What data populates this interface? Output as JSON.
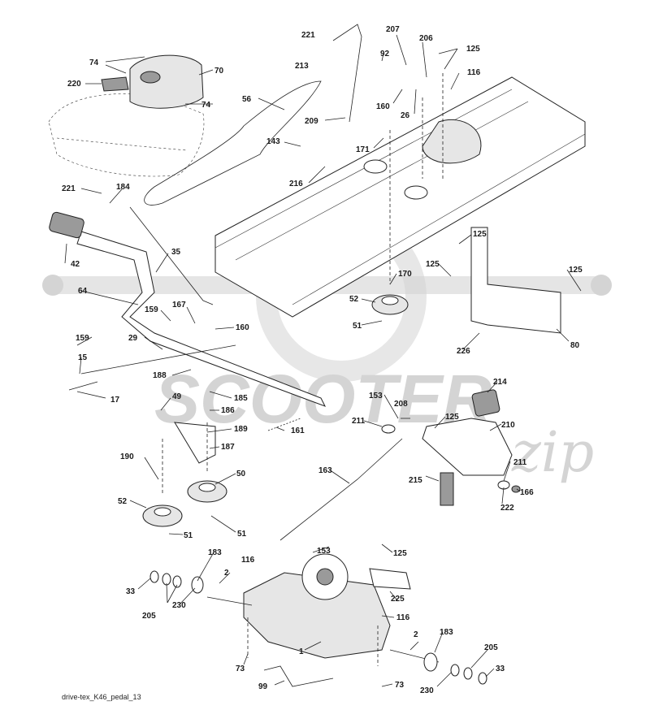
{
  "caption": "drive-tex_K46_pedal_13",
  "watermark": {
    "brand": "SCOOTER",
    "sub": "zip",
    "color": "#d4d4d4"
  },
  "parts": [
    "221",
    "213",
    "207",
    "92",
    "206",
    "125",
    "116",
    "74",
    "70",
    "220",
    "56",
    "160",
    "26",
    "209",
    "171",
    "143",
    "216",
    "184",
    "35",
    "42",
    "64",
    "159",
    "167",
    "15",
    "17",
    "29",
    "188",
    "49",
    "185",
    "186",
    "189",
    "187",
    "190",
    "50",
    "52",
    "51",
    "161",
    "170",
    "80",
    "226",
    "153",
    "208",
    "211",
    "214",
    "210",
    "163",
    "215",
    "222",
    "166",
    "183",
    "2",
    "33",
    "205",
    "230",
    "225",
    "73",
    "1",
    "99"
  ]
}
